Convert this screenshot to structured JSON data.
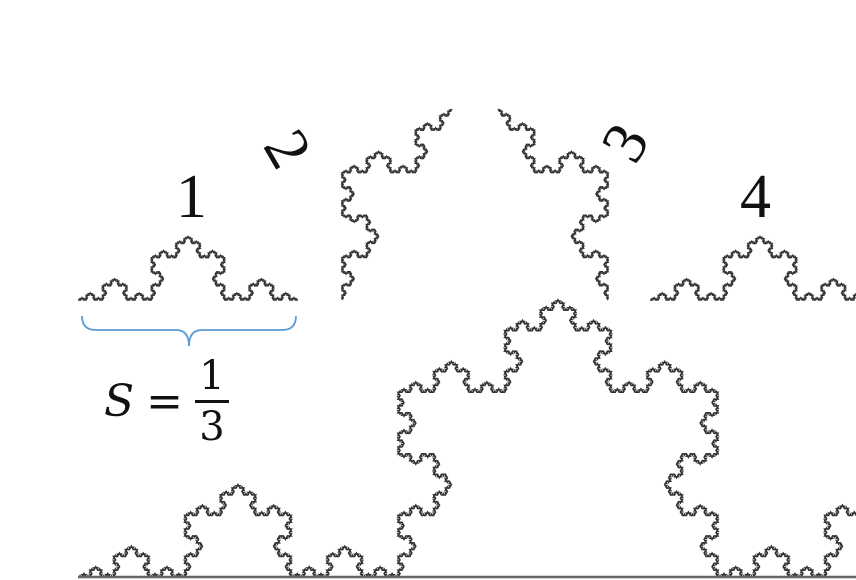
{
  "labels": {
    "one": "1",
    "two": "2",
    "three": "3",
    "four": "4"
  },
  "formula": {
    "variable": "S",
    "equals": "=",
    "numerator": "1",
    "denominator": "3"
  },
  "colors": {
    "curve": "#333333",
    "brace": "#5b9bd5",
    "baseline": "#666666"
  }
}
